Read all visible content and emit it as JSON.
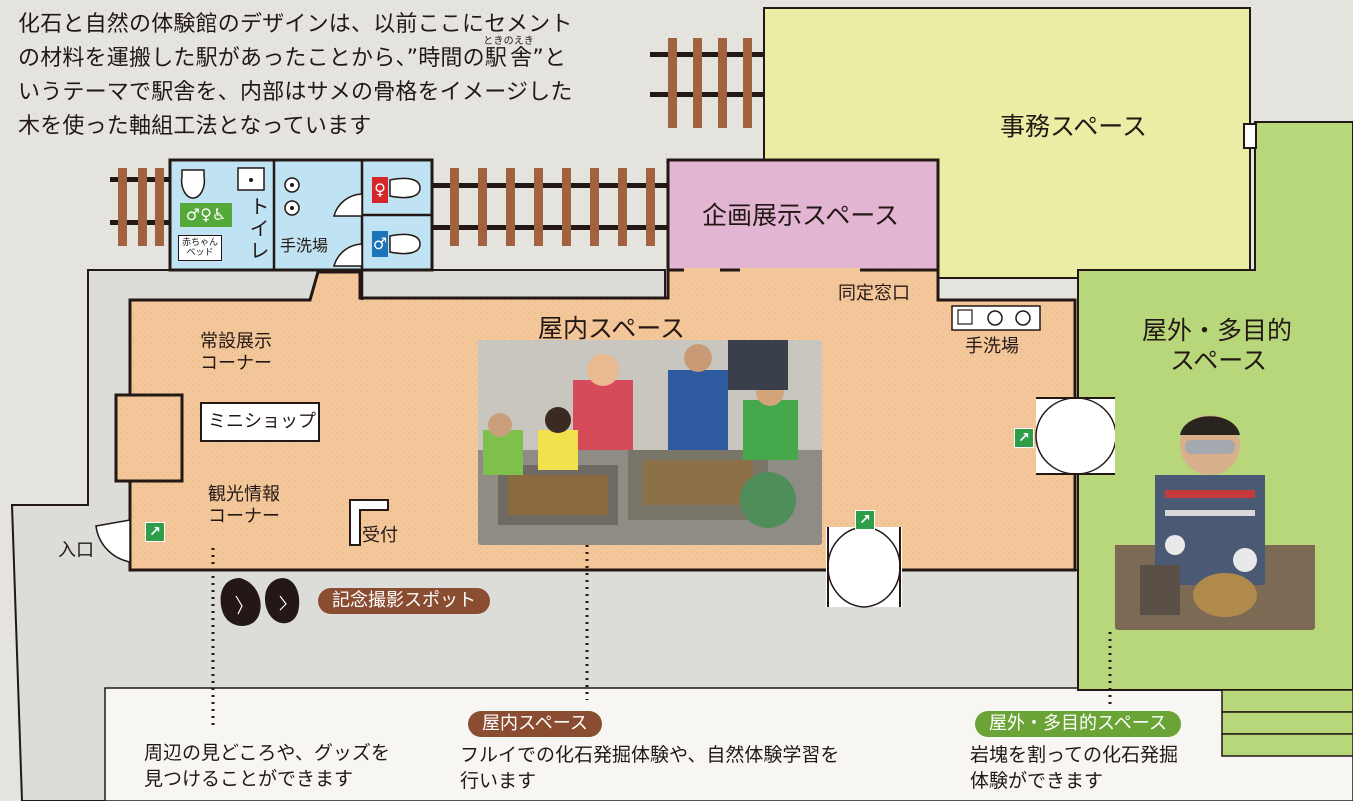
{
  "intro": {
    "line1": "化石と自然の体験館のデザインは、以前ここにセメント",
    "line2_a": "の材料を運搬した駅があったことから、”時間の",
    "ruby_text": "駅舎",
    "ruby_reading": "ときのえき",
    "line2_b": "”と",
    "line3": "いうテーマで駅舎を、内部はサメの骨格をイメージした",
    "line4": "木を使った軸組工法となっています"
  },
  "rooms": {
    "office": "事務スペース",
    "special_exhibit": "企画展示スペース",
    "indoor": "屋内スペース",
    "outdoor_line1": "屋外・多目的",
    "outdoor_line2": "スペース",
    "identify_window": "同定窓口",
    "handwash_right": "手洗場",
    "handwash_toilet": "手洗場",
    "toilet": "トイレ",
    "baby_bed": "赤ちゃん\nベッド",
    "permanent_line1": "常設展示",
    "permanent_line2": "コーナー",
    "mini_shop": "ミニショップ",
    "tourist_line1": "観光情報",
    "tourist_line2": "コーナー",
    "reception": "受付",
    "entrance": "入口",
    "photo_spot": "記念撮影スポット"
  },
  "captions": {
    "left_line1": "周辺の見どころや、グッズを",
    "left_line2": "見つけることができます",
    "middle_pill": "屋内スペース",
    "middle_line1": "フルイでの化石発掘体験や、自然体験学習を",
    "middle_line2": "行います",
    "right_pill": "屋外・多目的スペース",
    "right_line1": "岩塊を割っての化石発掘",
    "right_line2": "体験ができます"
  },
  "colors": {
    "indoor": "#f3c79a",
    "office": "#eaeea4",
    "special_exhibit": "#e2b5d2",
    "toilet": "#bfe3f2",
    "outdoor": "#b8d67a",
    "outline": "#231815",
    "rail": "#a0623f",
    "pill_brown": "#8a4d32",
    "pill_green": "#6aa336",
    "exit_green": "#2e9e49",
    "female": "#d7262b",
    "male": "#1e74b8"
  },
  "icons": [
    "toilet-icon",
    "baby-changing-icon",
    "urinal-icon",
    "female-sign-icon",
    "male-sign-icon",
    "family-toilet-icon",
    "sink-icon",
    "emergency-exit-icon",
    "tree-icon"
  ]
}
